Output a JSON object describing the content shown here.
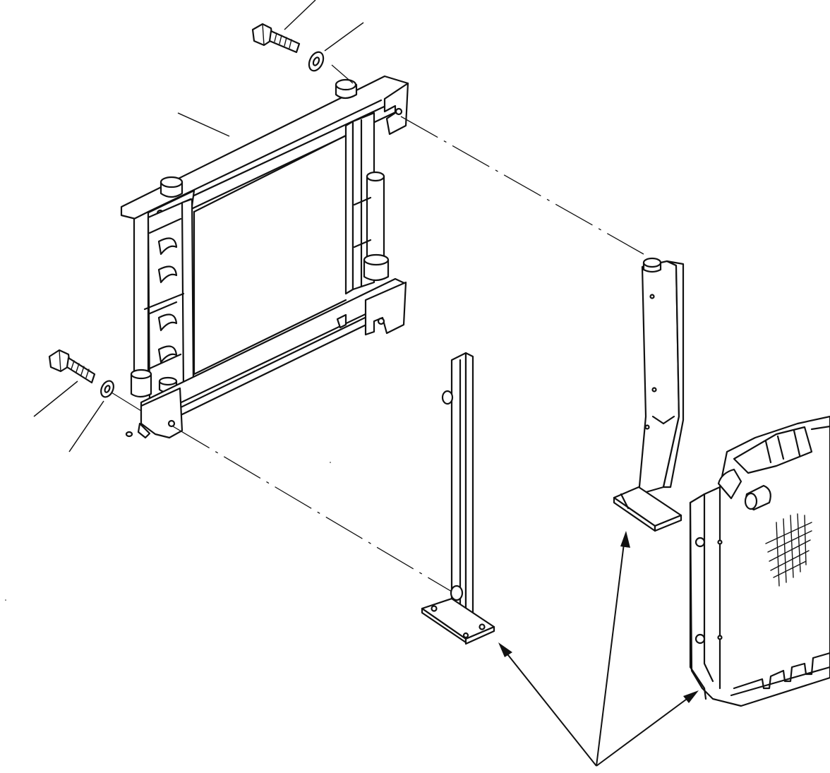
{
  "diagram": {
    "type": "exploded-parts-view",
    "parts": [
      {
        "name": "bolt",
        "count": 2
      },
      {
        "name": "washer",
        "count": 2
      },
      {
        "name": "mounting-frame",
        "count": 1
      },
      {
        "name": "left-bracket",
        "count": 1
      },
      {
        "name": "right-bracket",
        "count": 1
      },
      {
        "name": "radiator",
        "count": 1
      }
    ],
    "colors": {
      "ink": "#111111",
      "paper": "#ffffff"
    }
  }
}
